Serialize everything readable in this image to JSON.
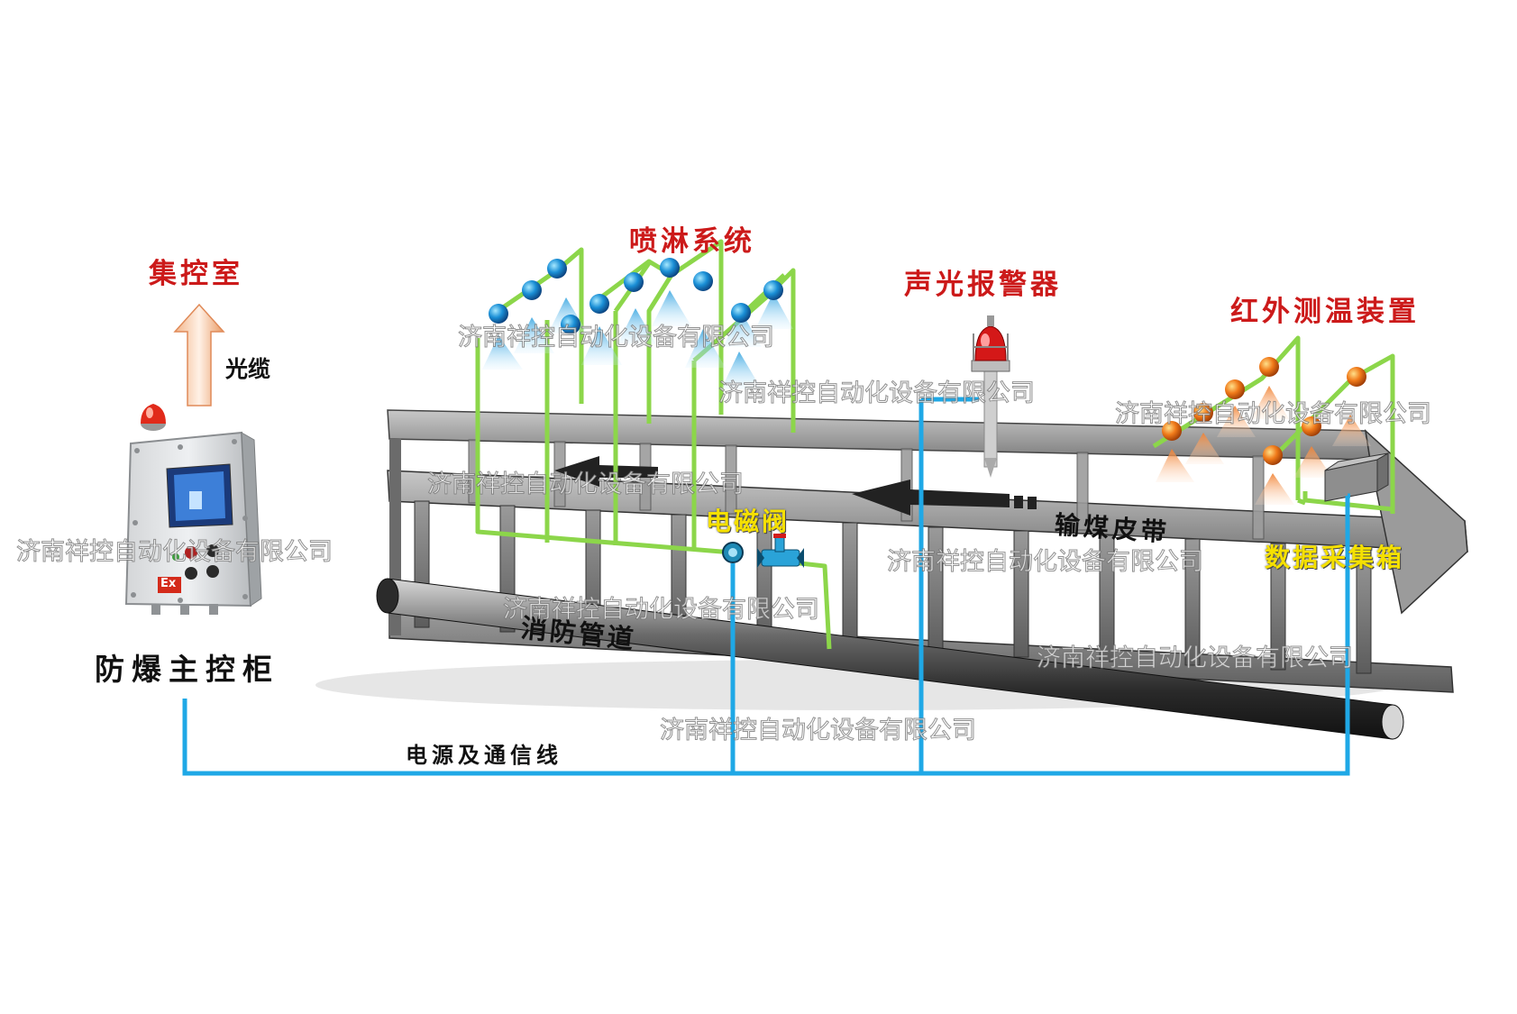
{
  "labels": {
    "control_room": "集控室",
    "fiber_cable": "光缆",
    "main_cabinet": "防爆主控柜",
    "sprinkler_system": "喷淋系统",
    "alarm": "声光报警器",
    "ir_temp": "红外测温装置",
    "solenoid_valve": "电磁阀",
    "conveyor_belt": "输煤皮带",
    "data_box": "数据采集箱",
    "fire_pipe": "消防管道",
    "power_comm_line": "电源及通信线"
  },
  "cabinet": {
    "badge": "Ex"
  },
  "watermark": "济南祥控自动化设备有限公司",
  "colors": {
    "title_red": "#cc1a1a",
    "highlight_yellow": "#f5e000",
    "signal_line_blue": "#1fa8e6",
    "sprinkler_pipe_green": "#8cd64a",
    "conveyor_gray": "#8a8a8a"
  }
}
